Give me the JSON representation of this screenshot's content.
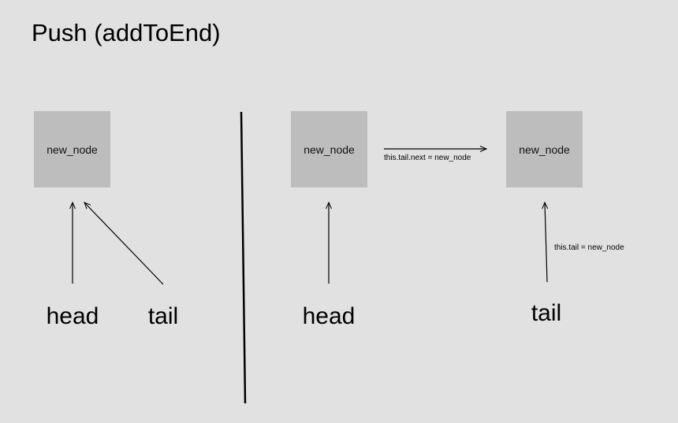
{
  "title": "Push (addToEnd)",
  "left_panel": {
    "node_label": "new_node",
    "head_label": "head",
    "tail_label": "tail"
  },
  "right_panel": {
    "node1_label": "new_node",
    "node2_label": "new_node",
    "next_arrow_label": "this.tail.next = new_node",
    "tail_arrow_label": "this.tail = new_node",
    "head_label": "head",
    "tail_label": "tail"
  }
}
